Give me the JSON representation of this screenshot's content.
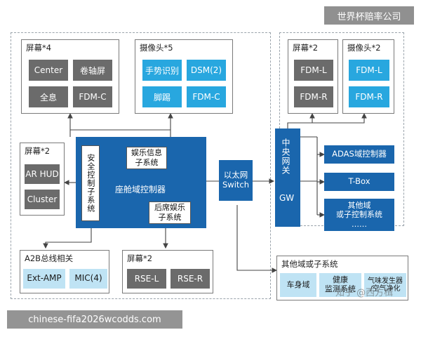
{
  "watermark_top": "世界杯赔率公司",
  "watermark_bottom": "chinese-fifa2026wcodds.com",
  "watermark_zhihu": "知乎 @西方楫",
  "screens4": {
    "label": "屏幕*4",
    "items": [
      "Center",
      "卷轴屏",
      "全息",
      "FDM-C"
    ]
  },
  "cameras5": {
    "label": "摄像头*5",
    "items": [
      "手势识别",
      "DSM(2)",
      "脚踢",
      "FDM-C"
    ]
  },
  "screens2_left": {
    "label": "屏幕*2",
    "items": [
      "AR HUD",
      "Cluster"
    ]
  },
  "cockpit": {
    "safety_label": "安全控制子系统",
    "entertainment_label": "娱乐信息\n子系统",
    "main_label": "座舱域控制器",
    "rear_label": "后席娱乐\n子系统"
  },
  "ethernet_label": "以太网\nSwitch",
  "central_gw": {
    "label": "中央网关",
    "suffix": "GW"
  },
  "screens2_right": {
    "label": "屏幕*2",
    "items": [
      "FDM-L",
      "FDM-R"
    ]
  },
  "cameras2": {
    "label": "摄像头*2",
    "items": [
      "FDM-L",
      "FDM-R"
    ]
  },
  "right_boxes": {
    "adas": "ADAS域控制器",
    "tbox": "T-Box",
    "other": "其他域\n或子控制系统\n……"
  },
  "a2b": {
    "label": "A2B总线相关",
    "items": [
      "Ext-AMP",
      "MIC(4)"
    ]
  },
  "rse": {
    "label": "屏幕*2",
    "items": [
      "RSE-L",
      "RSE-R"
    ]
  },
  "other_domain": {
    "label": "其他域或子系统",
    "items": [
      "车身域",
      "健康\n监测系统",
      "气味发生器\n/空气净化"
    ]
  },
  "colors": {
    "accent_blue": "#28a7df",
    "dark_blue": "#1a66ad",
    "light_blue": "#bfe3f4",
    "gray": "#6b6b6b"
  }
}
